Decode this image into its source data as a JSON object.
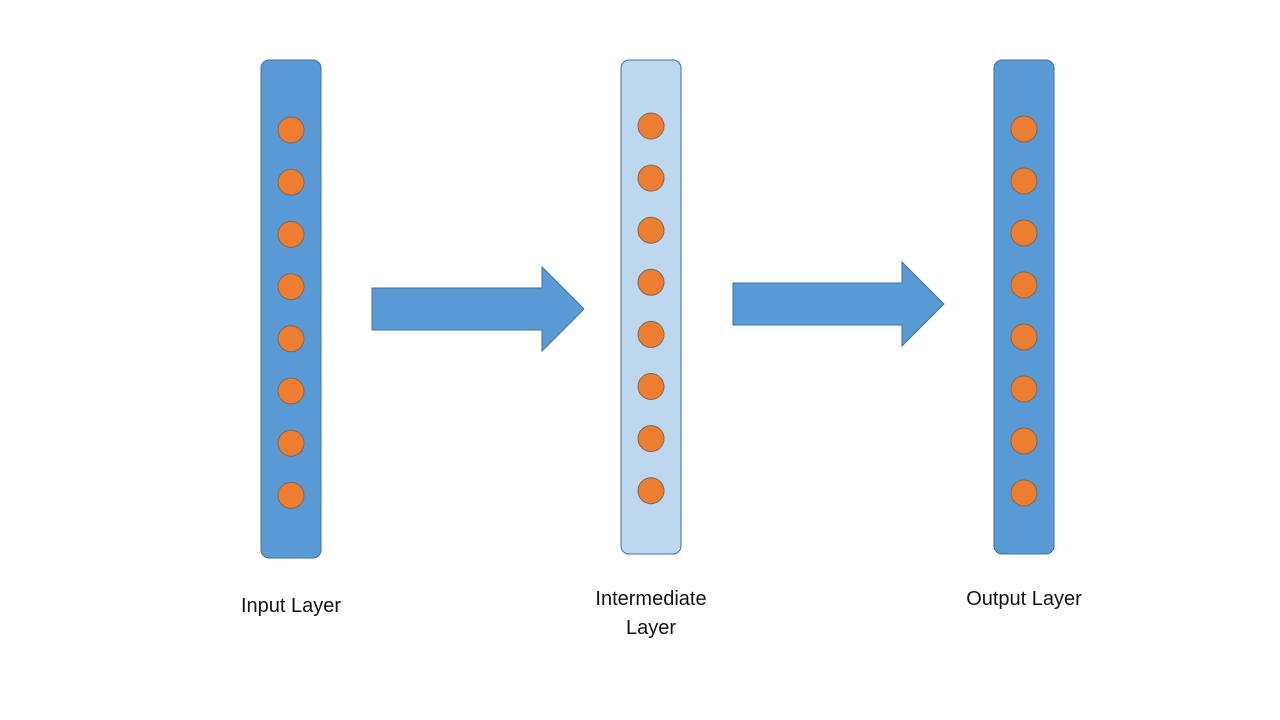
{
  "layers": [
    {
      "label": "Input Layer",
      "nodes": 8,
      "fill": "#5b9bd5",
      "node_color": "#ed7d31"
    },
    {
      "label": "Intermediate\nLayer",
      "nodes": 8,
      "fill": "#bdd7ee",
      "node_color": "#ed7d31"
    },
    {
      "label": "Output Layer",
      "nodes": 8,
      "fill": "#5b9bd5",
      "node_color": "#ed7d31"
    }
  ],
  "arrows": [
    {
      "color": "#5b9bd5"
    },
    {
      "color": "#5b9bd5"
    }
  ],
  "colors": {
    "outline": "#41719c",
    "node_outline": "#7f6a5a"
  }
}
